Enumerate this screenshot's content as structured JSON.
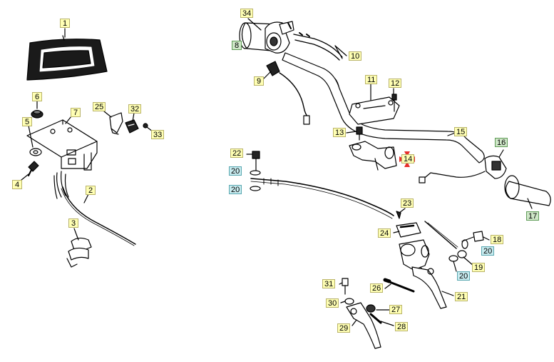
{
  "diagram": {
    "callouts": [
      {
        "id": "c1",
        "text": "1",
        "style": "y"
      },
      {
        "id": "c2",
        "text": "2",
        "style": "y"
      },
      {
        "id": "c3",
        "text": "3",
        "style": "y"
      },
      {
        "id": "c4",
        "text": "4",
        "style": "y"
      },
      {
        "id": "c5",
        "text": "5",
        "style": "y"
      },
      {
        "id": "c6",
        "text": "6",
        "style": "y"
      },
      {
        "id": "c7",
        "text": "7",
        "style": "y"
      },
      {
        "id": "c8",
        "text": "8",
        "style": "g"
      },
      {
        "id": "c9",
        "text": "9",
        "style": "y"
      },
      {
        "id": "c10",
        "text": "10",
        "style": "y"
      },
      {
        "id": "c11",
        "text": "11",
        "style": "y"
      },
      {
        "id": "c12",
        "text": "12",
        "style": "y"
      },
      {
        "id": "c13",
        "text": "13",
        "style": "y"
      },
      {
        "id": "c14",
        "text": "14",
        "style": "y"
      },
      {
        "id": "c15",
        "text": "15",
        "style": "y"
      },
      {
        "id": "c16",
        "text": "16",
        "style": "g"
      },
      {
        "id": "c17",
        "text": "17",
        "style": "g"
      },
      {
        "id": "c18",
        "text": "18",
        "style": "y"
      },
      {
        "id": "c19",
        "text": "19",
        "style": "y"
      },
      {
        "id": "c20a",
        "text": "20",
        "style": "c"
      },
      {
        "id": "c20b",
        "text": "20",
        "style": "c"
      },
      {
        "id": "c20c",
        "text": "20",
        "style": "c"
      },
      {
        "id": "c20d",
        "text": "20",
        "style": "c"
      },
      {
        "id": "c21",
        "text": "21",
        "style": "y"
      },
      {
        "id": "c22",
        "text": "22",
        "style": "y"
      },
      {
        "id": "c23",
        "text": "23",
        "style": "y"
      },
      {
        "id": "c24",
        "text": "24",
        "style": "y"
      },
      {
        "id": "c25",
        "text": "25",
        "style": "y"
      },
      {
        "id": "c26",
        "text": "26",
        "style": "y"
      },
      {
        "id": "c27",
        "text": "27",
        "style": "y"
      },
      {
        "id": "c28",
        "text": "28",
        "style": "y"
      },
      {
        "id": "c29",
        "text": "29",
        "style": "y"
      },
      {
        "id": "c30",
        "text": "30",
        "style": "y"
      },
      {
        "id": "c31",
        "text": "31",
        "style": "y"
      },
      {
        "id": "c32",
        "text": "32",
        "style": "y"
      },
      {
        "id": "c33",
        "text": "33",
        "style": "y"
      },
      {
        "id": "c34",
        "text": "34",
        "style": "y"
      }
    ],
    "highlight": {
      "color": "#e8302c"
    }
  }
}
